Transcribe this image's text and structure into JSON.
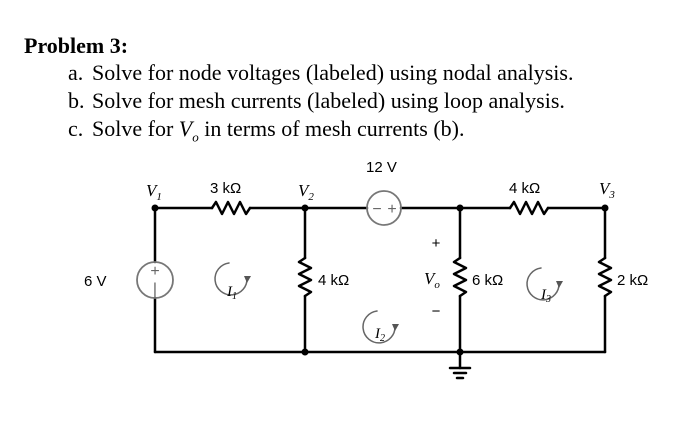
{
  "problem": {
    "title": "Problem 3:",
    "items": [
      {
        "label": "a.",
        "text": "Solve for node voltages (labeled) using nodal analysis."
      },
      {
        "label": "b.",
        "text": "Solve for mesh currents (labeled) using loop analysis."
      },
      {
        "label": "c.",
        "text_before": "Solve for ",
        "var": "V",
        "sub": "o",
        "text_after": " in terms of mesh currents (b)."
      }
    ]
  },
  "circuit": {
    "node_labels": {
      "v1": "V",
      "v1_sub": "1",
      "v2": "V",
      "v2_sub": "2",
      "v3": "V",
      "v3_sub": "3",
      "vo": "V",
      "vo_sub": "o"
    },
    "components": {
      "source_6v": "6 V",
      "r_3k": "3 kΩ",
      "source_12v": "12 V",
      "r_4k_top": "4 kΩ",
      "r_4k_mid": "4 kΩ",
      "r_6k": "6 kΩ",
      "r_2k": "2 kΩ"
    },
    "mesh_currents": {
      "i1": "I",
      "i1_sub": "1",
      "i2": "I",
      "i2_sub": "2",
      "i3": "I",
      "i3_sub": "3"
    },
    "signs": {
      "plus": "+",
      "minus": "−"
    }
  }
}
